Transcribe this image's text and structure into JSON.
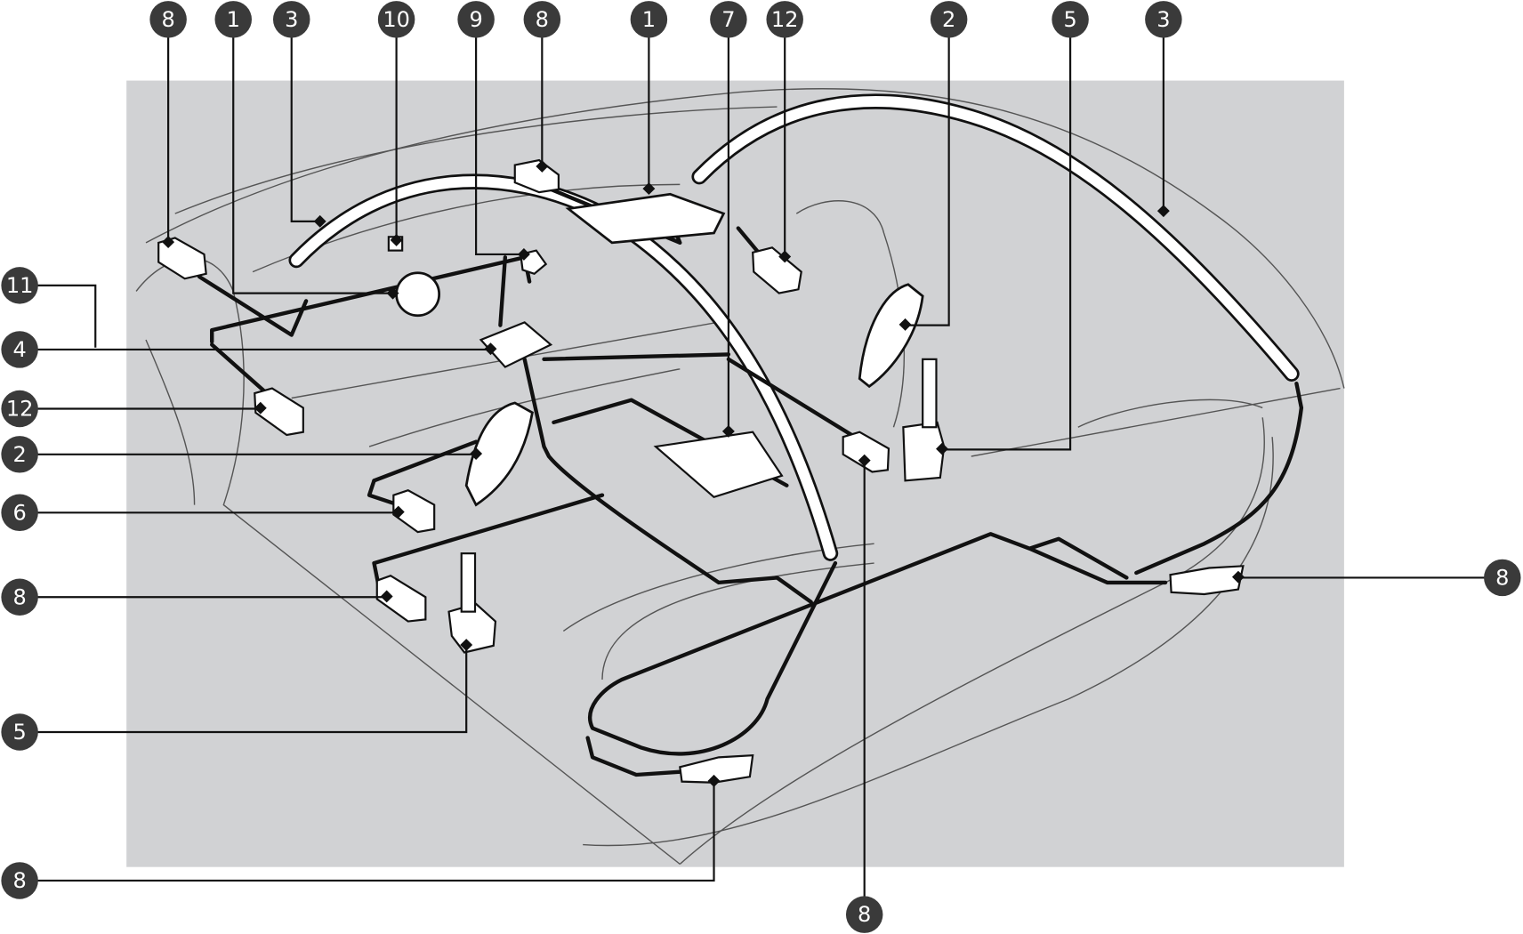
{
  "diagram": {
    "title": "SRS airbag system component locations",
    "background_color": "#d1d2d4",
    "callouts": {
      "top_8a": "8",
      "top_1a": "1",
      "top_3a": "3",
      "top_10": "10",
      "top_9": "9",
      "top_8b": "8",
      "top_1b": "1",
      "top_7": "7",
      "top_12": "12",
      "top_2": "2",
      "top_5": "5",
      "top_3b": "3",
      "left_11": "11",
      "left_4": "4",
      "left_12": "12",
      "left_2": "2",
      "left_6": "6",
      "left_8": "8",
      "left_5": "5",
      "left_8b": "8",
      "right_8": "8",
      "bottom_8": "8"
    }
  }
}
